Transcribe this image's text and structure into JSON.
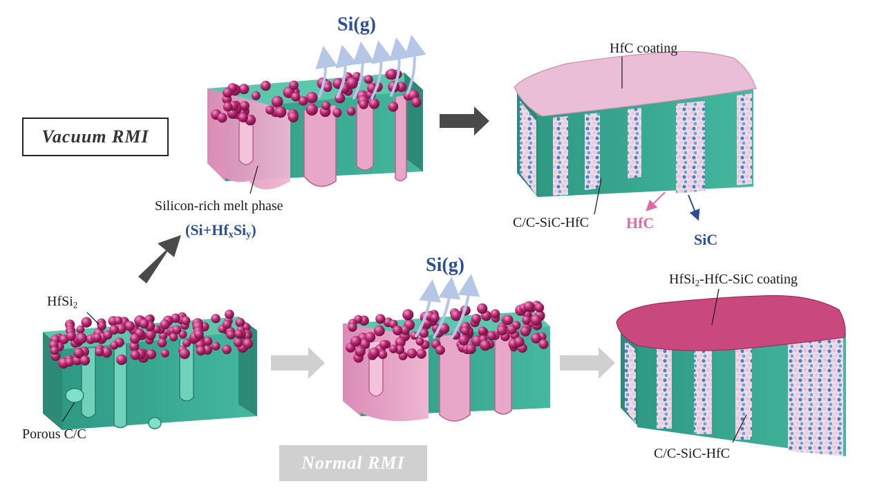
{
  "labels": {
    "vacuum_rmi": "Vacuum RMI",
    "normal_rmi": "Normal RMI",
    "si_g_top": "Si(g)",
    "si_g_bottom": "Si(g)",
    "hfc_coating": "HfC coating",
    "silicon_rich": "Silicon-rich melt phase",
    "si_hf_pre": "(Si+Hf",
    "si_hf_x": "x",
    "si_hf_mid": "Si",
    "si_hf_y": "y",
    "si_hf_post": ")",
    "ccsichfc_top": "C/C-SiC-HfC",
    "hfc": "HfC",
    "sic": "SiC",
    "hfsi2_pre": "HfSi",
    "hfsi2_sub": "2",
    "porous_cc": "Porous C/C",
    "coat2_pre": "HfSi",
    "coat2_sub": "2",
    "coat2_post": "-HfC-SiC coating",
    "ccsichfc_bottom": "C/C-SiC-HfC"
  },
  "colors": {
    "teal": "#3fae96",
    "teal_dark": "#2d8a76",
    "pink_melt": "#e3a6c6",
    "pink_ball": "#b3246d",
    "hfc_coat": "#e9bed6",
    "coat2": "#c9497f",
    "arrow_dark": "#4a4a4a",
    "arrow_light": "#cfcfcf",
    "vapor": "#b5c6e6"
  }
}
